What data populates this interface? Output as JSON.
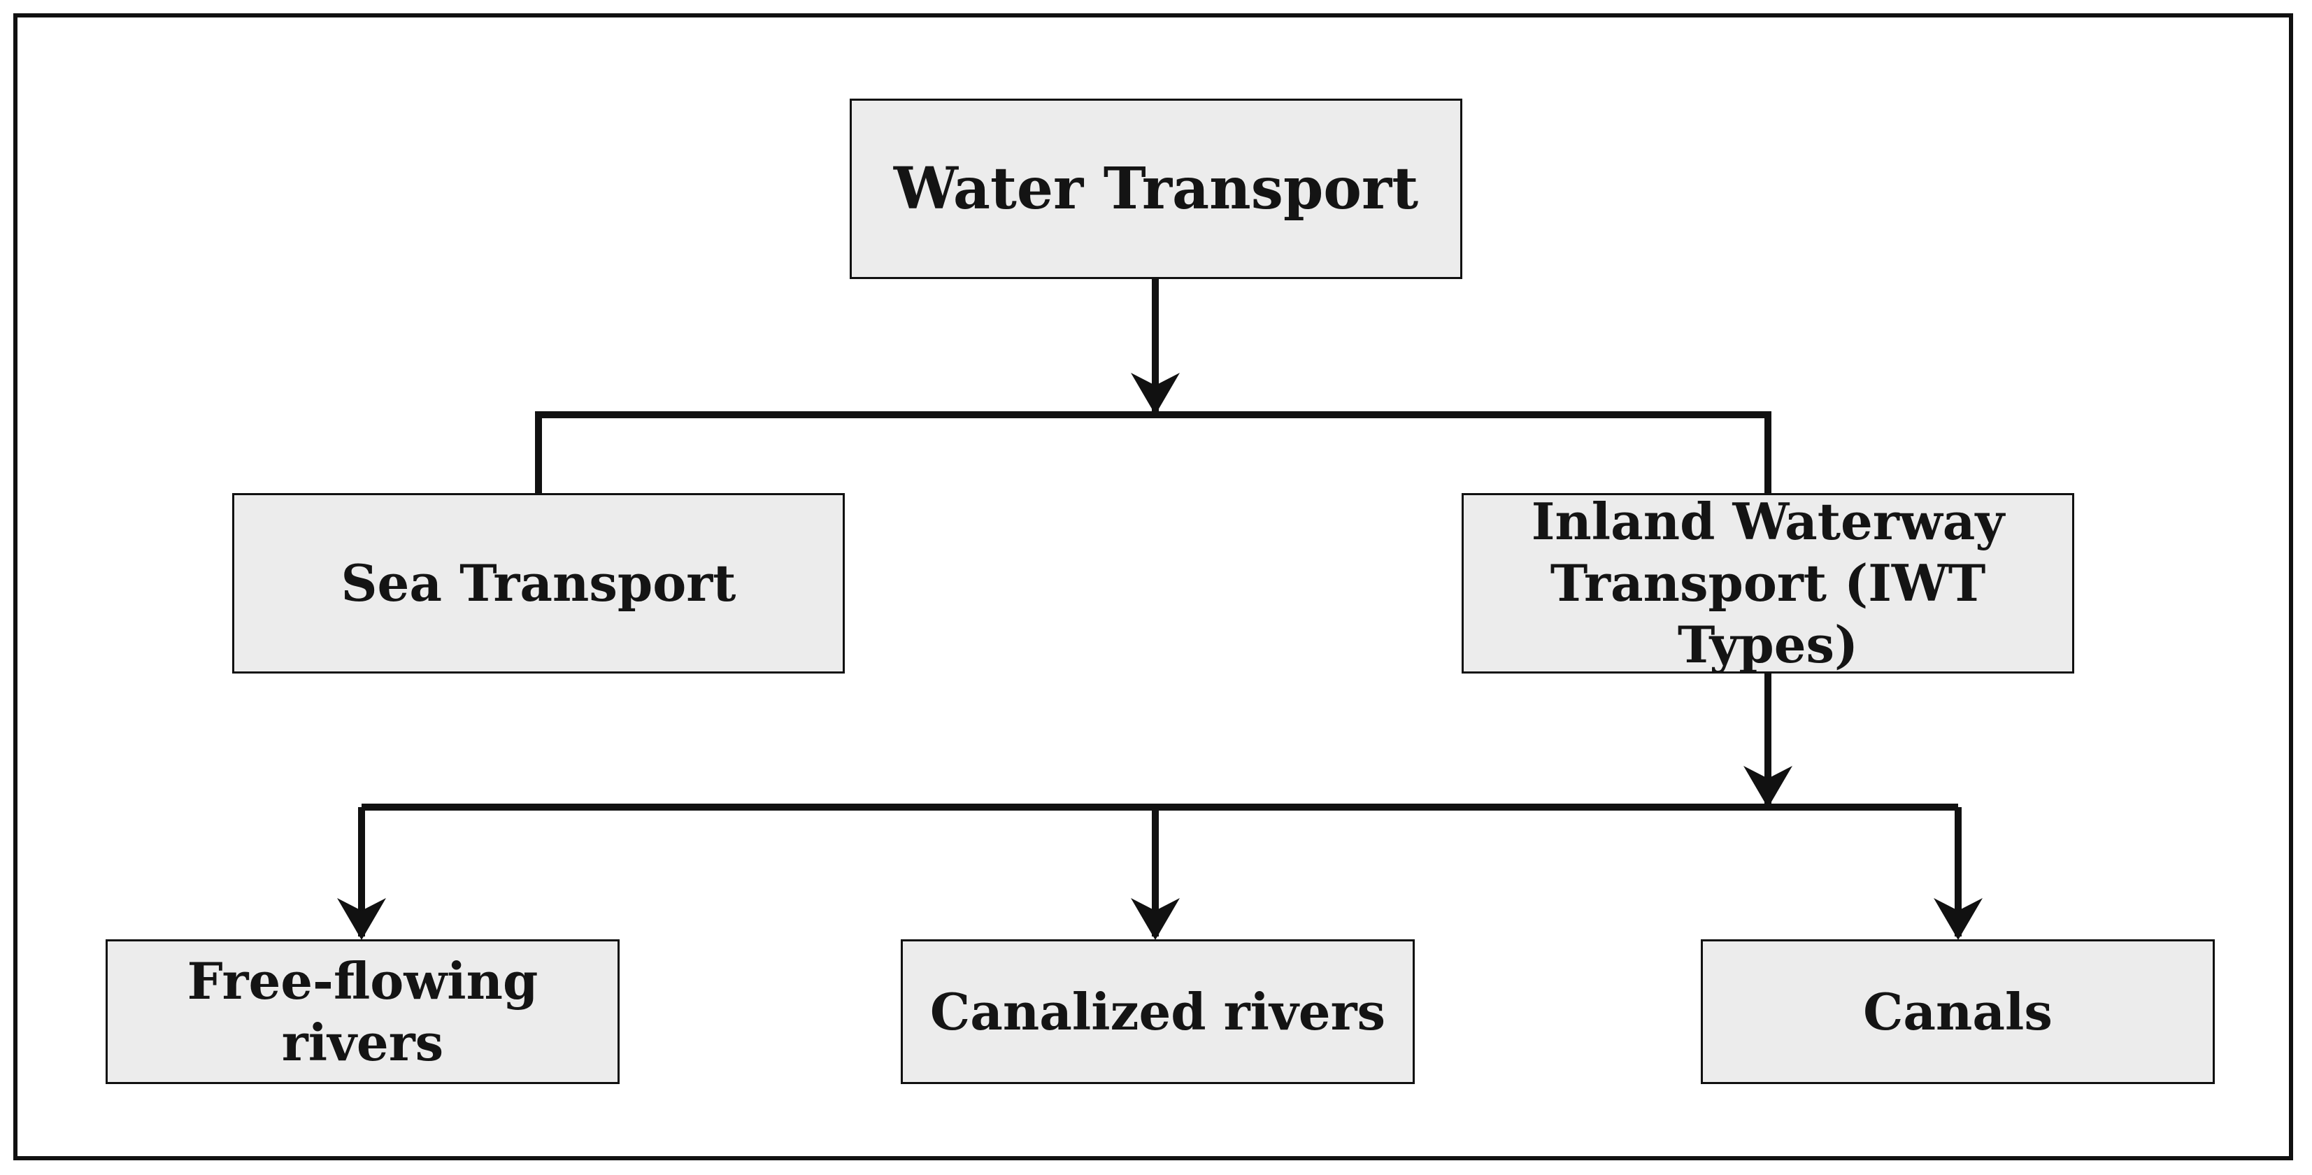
{
  "diagram": {
    "root": {
      "label": "Water Transport"
    },
    "level1": [
      {
        "label": "Sea Transport"
      },
      {
        "label": "Inland Waterway Transport (IWT Types)"
      }
    ],
    "level2": [
      {
        "label": "Free-flowing rivers"
      },
      {
        "label": "Canalized rivers"
      },
      {
        "label": "Canals"
      }
    ],
    "colors": {
      "box_fill": "#ececec",
      "stroke": "#111111",
      "text": "#141414",
      "background": "#ffffff"
    }
  }
}
